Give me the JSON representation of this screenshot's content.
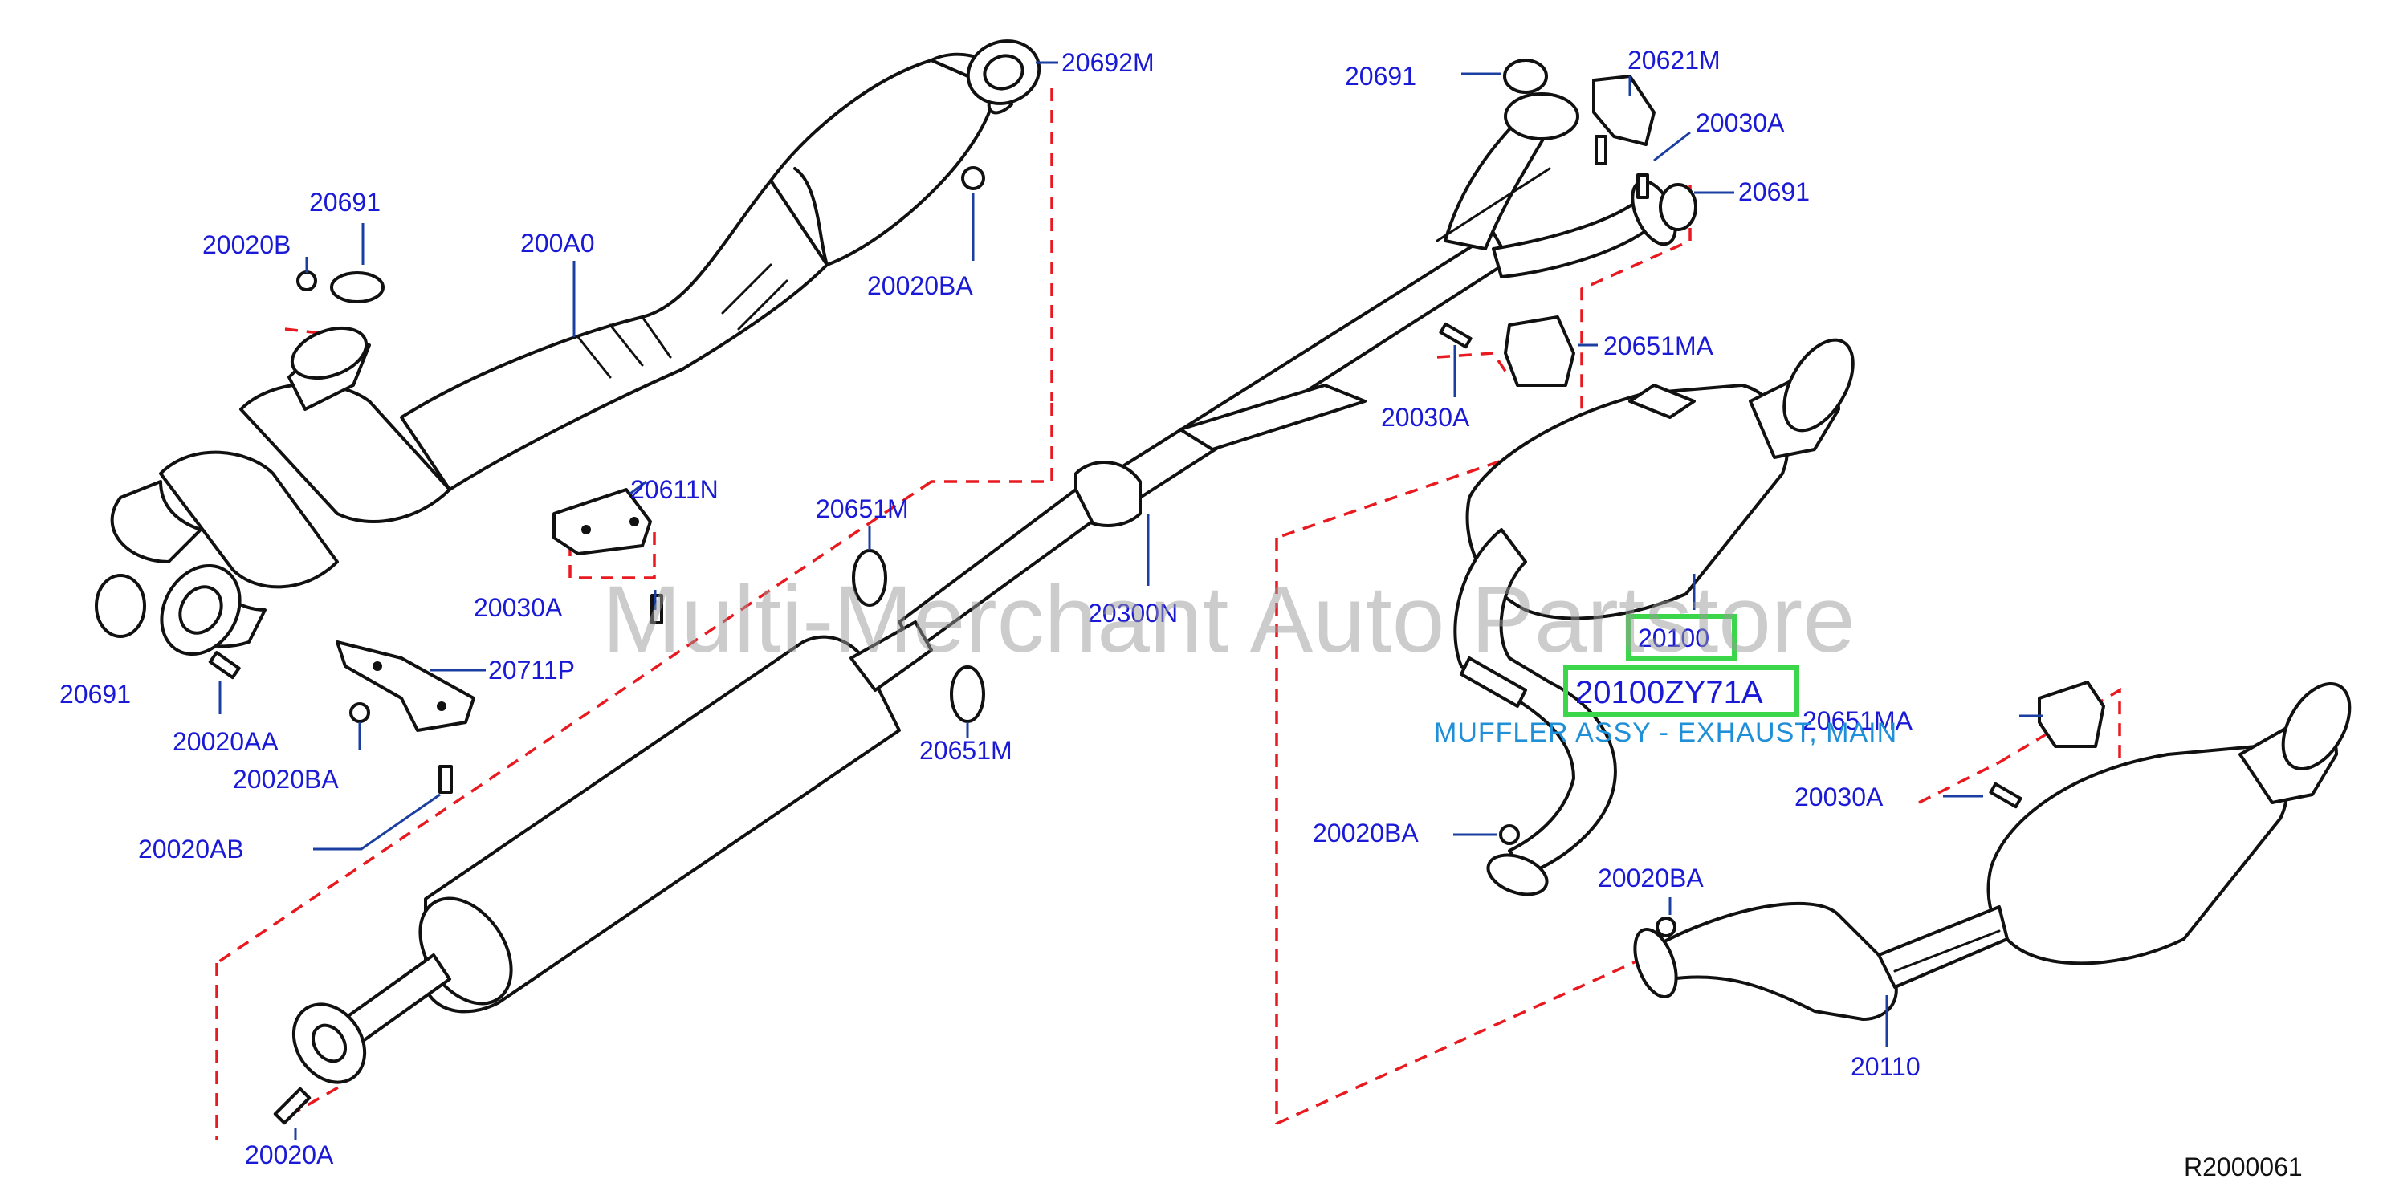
{
  "watermark": "Multi-Merchant Auto Partstore",
  "reference_code": "R2000061",
  "highlight": {
    "part_number": "20100",
    "full_part_number": "20100ZY71A",
    "description": "MUFFLER ASSY - EXHAUST, MAIN"
  },
  "labels": {
    "l01": "20692M",
    "l02": "20691",
    "l03": "20020B",
    "l04": "200A0",
    "l05": "20020BA",
    "l06": "20611N",
    "l07": "20030A",
    "l08": "20691",
    "l09": "20020AA",
    "l10": "20711P",
    "l11": "20020BA",
    "l12": "20020AB",
    "l13": "20651M",
    "l14": "20300N",
    "l15": "20651M",
    "l16": "20020A",
    "l17": "20691",
    "l18": "20621M",
    "l19": "20030A",
    "l20": "20691",
    "l21": "20651MA",
    "l22": "20030A",
    "l23": "20651MA",
    "l24": "20030A",
    "l25": "20020BA",
    "l26": "20020BA",
    "l27": "20110"
  }
}
